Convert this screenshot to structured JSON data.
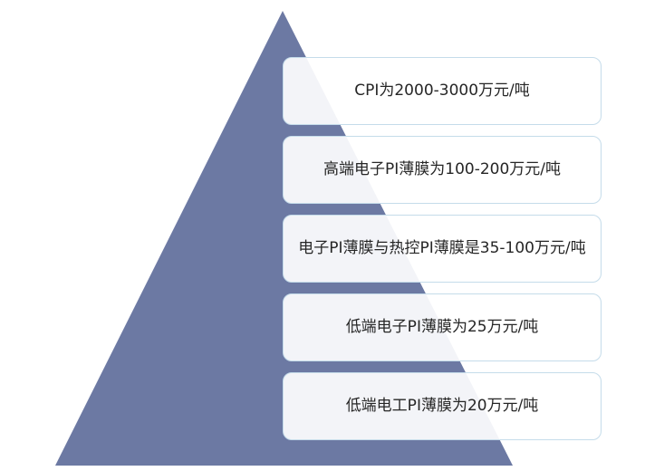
{
  "tiers": [
    {
      "label": "CPI为2000-3000万元/吨"
    },
    {
      "label": "高端电子PI薄膜为100-200万元/吨"
    },
    {
      "label": "电子PI薄膜与热控PI薄膜是35-100万元/吨"
    },
    {
      "label": "低端电子PI薄膜为25万元/吨"
    },
    {
      "label": "低端电工PI薄膜为20万元/吨"
    }
  ],
  "colors": {
    "pyramid_fill": "#6c79a3",
    "box_border": "#c5dcea",
    "text": "#262626"
  }
}
